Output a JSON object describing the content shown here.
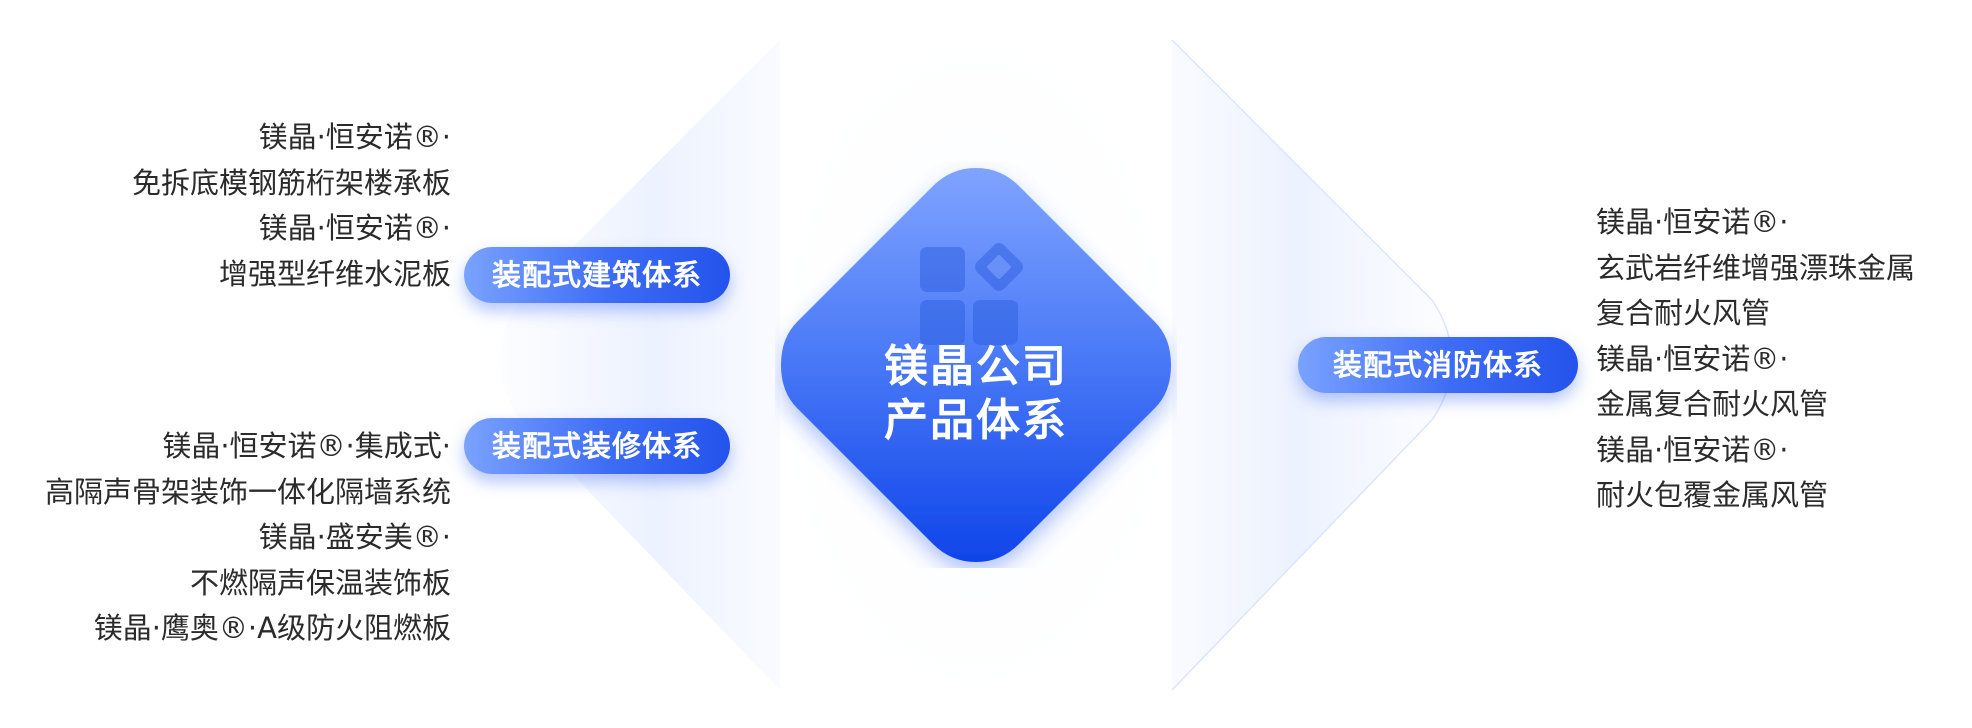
{
  "center": {
    "title_line1": "镁晶公司",
    "title_line2": "产品体系",
    "icon": "grid-apps-icon"
  },
  "branches": {
    "build": {
      "label": "装配式建筑体系",
      "items": [
        "镁晶·恒安诺®·",
        "免拆底模钢筋桁架楼承板",
        "镁晶·恒安诺®·",
        "增强型纤维水泥板"
      ]
    },
    "deco": {
      "label": "装配式装修体系",
      "items": [
        "镁晶·恒安诺®·集成式·",
        "高隔声骨架装饰一体化隔墙系统",
        "镁晶·盛安美®·",
        "不燃隔声保温装饰板",
        "镁晶·鹰奥®·A级防火阻燃板"
      ]
    },
    "fire": {
      "label": "装配式消防体系",
      "items": [
        "镁晶·恒安诺®·",
        "玄武岩纤维增强漂珠金属",
        "复合耐火风管",
        "镁晶·恒安诺®·",
        "金属复合耐火风管",
        "镁晶·恒安诺®·",
        "耐火包覆金属风管"
      ]
    }
  },
  "colors": {
    "accent": "#2453ec",
    "accent_light": "#7aa2ff",
    "text": "#2b2b2b",
    "halo": "#eef3ff"
  }
}
